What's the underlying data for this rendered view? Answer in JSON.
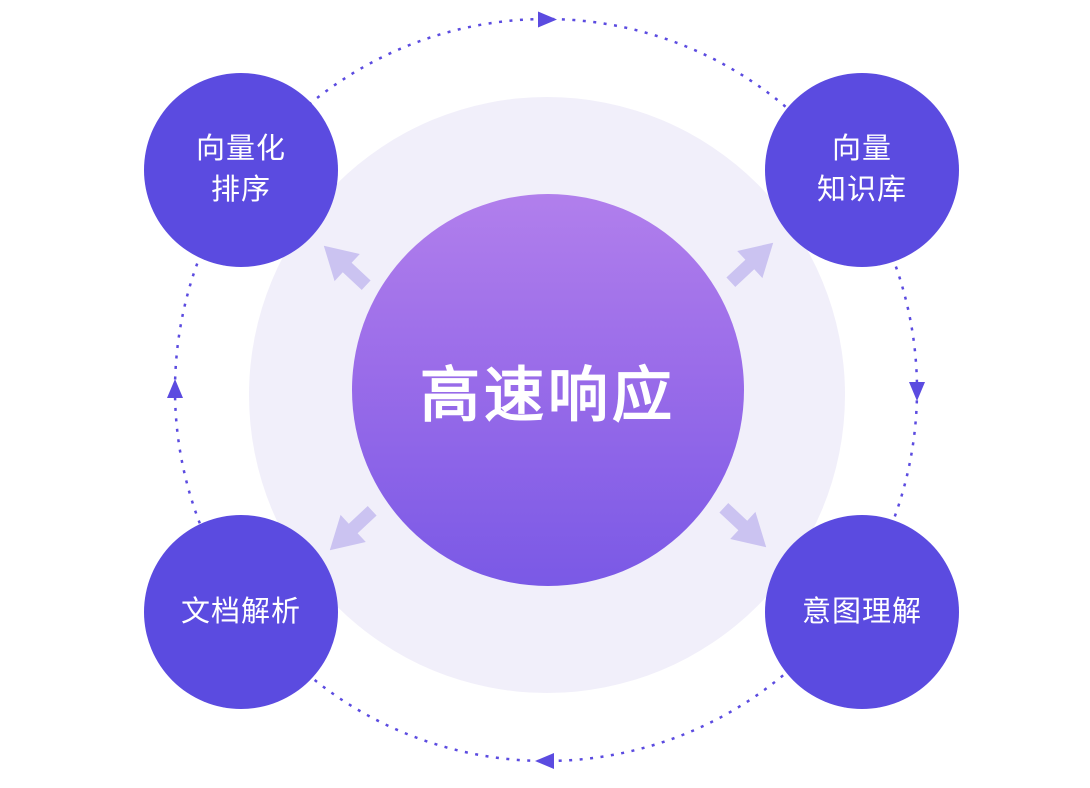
{
  "diagram": {
    "center": {
      "label": "高速响应"
    },
    "nodes": [
      {
        "name": "vectorize-sort",
        "lines": [
          "向量化",
          "排序"
        ]
      },
      {
        "name": "vector-knowledge-base",
        "lines": [
          "向量",
          "知识库"
        ]
      },
      {
        "name": "document-parsing",
        "lines": [
          "文档解析"
        ]
      },
      {
        "name": "intent-understanding",
        "lines": [
          "意图理解"
        ]
      }
    ],
    "icons": {
      "ring_arrow": "triangle-arrowhead (clockwise rotation marker)",
      "outward_arrow": "chunky-arrow (center to node)"
    },
    "colors": {
      "background": "#FFFFFF",
      "node_circle": "#5B4BE0",
      "center_gradient_top": "#B17FEC",
      "center_gradient_bottom": "#7A59E6",
      "halo": "#F1EFFA",
      "dashed_ring": "#5B4BE0",
      "outward_arrow": "#CBC3F1",
      "text": "#FFFFFF"
    }
  }
}
